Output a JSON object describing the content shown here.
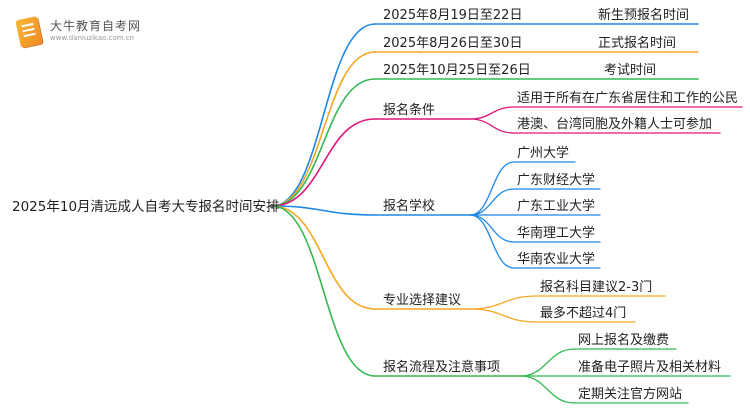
{
  "logo": {
    "name": "大牛教育自考网",
    "url": "www.daniuzikao.com.cn"
  },
  "root": "2025年10月清远成人自考大专报名时间安排",
  "colors": {
    "blue": "#1e88e5",
    "orange": "#f5a623",
    "green": "#35b852",
    "magenta": "#e0157a",
    "teal": "#1aa3c8"
  },
  "branches": [
    {
      "label": "2025年8月19日至22日",
      "note": "新生预报名时间",
      "color": "blue"
    },
    {
      "label": "2025年8月26日至30日",
      "note": "正式报名时间",
      "color": "orange"
    },
    {
      "label": "2025年10月25日至26日",
      "note": "考试时间",
      "color": "green"
    },
    {
      "label": "报名条件",
      "color": "magenta",
      "children": [
        "适用于所有在广东省居住和工作的公民",
        "港澳、台湾同胞及外籍人士可参加"
      ]
    },
    {
      "label": "报名学校",
      "color": "blue",
      "children": [
        "广州大学",
        "广东财经大学",
        "广东工业大学",
        "华南理工大学",
        "华南农业大学"
      ]
    },
    {
      "label": "专业选择建议",
      "color": "orange",
      "children": [
        "报名科目建议2-3门",
        "最多不超过4门"
      ]
    },
    {
      "label": "报名流程及注意事项",
      "color": "green",
      "children": [
        "网上报名及缴费",
        "准备电子照片及相关材料",
        "定期关注官方网站"
      ]
    }
  ]
}
